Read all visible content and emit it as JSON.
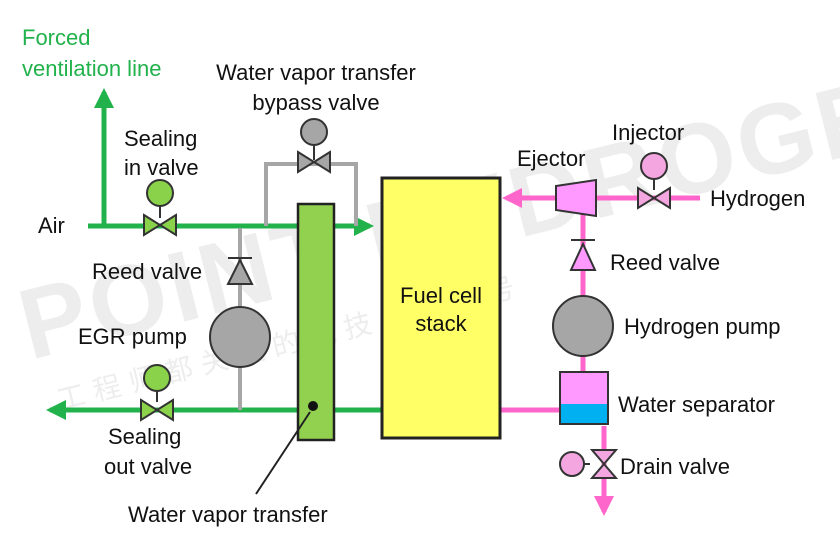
{
  "labels": {
    "forced_vent_1": "Forced",
    "forced_vent_2": "ventilation line",
    "bypass_1": "Water vapor transfer",
    "bypass_2": "bypass valve",
    "sealing_in_1": "Sealing",
    "sealing_in_2": "in valve",
    "air": "Air",
    "reed_left": "Reed valve",
    "egr": "EGR pump",
    "sealing_out_1": "Sealing",
    "sealing_out_2": "out valve",
    "wvt": "Water vapor transfer",
    "stack_1": "Fuel cell",
    "stack_2": "stack",
    "ejector": "Ejector",
    "injector": "Injector",
    "hydrogen": "Hydrogen",
    "reed_right": "Reed valve",
    "h2_pump": "Hydrogen pump",
    "water_sep": "Water separator",
    "drain": "Drain valve"
  },
  "watermark": {
    "text": "POINT HYDROGEN",
    "cn": "工 程 师 都 关 注 的 能 技 术 公 众 号"
  },
  "colors": {
    "air_line": "#22b24c",
    "hydrogen_line": "#ff66cc",
    "bypass_line": "#a6a6a6",
    "valve_green": "#8ad24a",
    "valve_gray": "#a6a6a6",
    "valve_pink": "#f4a6e0",
    "stack_fill": "#ffff66",
    "wvt_fill": "#92d050",
    "separator_top": "#ff99ff",
    "separator_water": "#00b0f0",
    "label_green": "#22b24c"
  }
}
